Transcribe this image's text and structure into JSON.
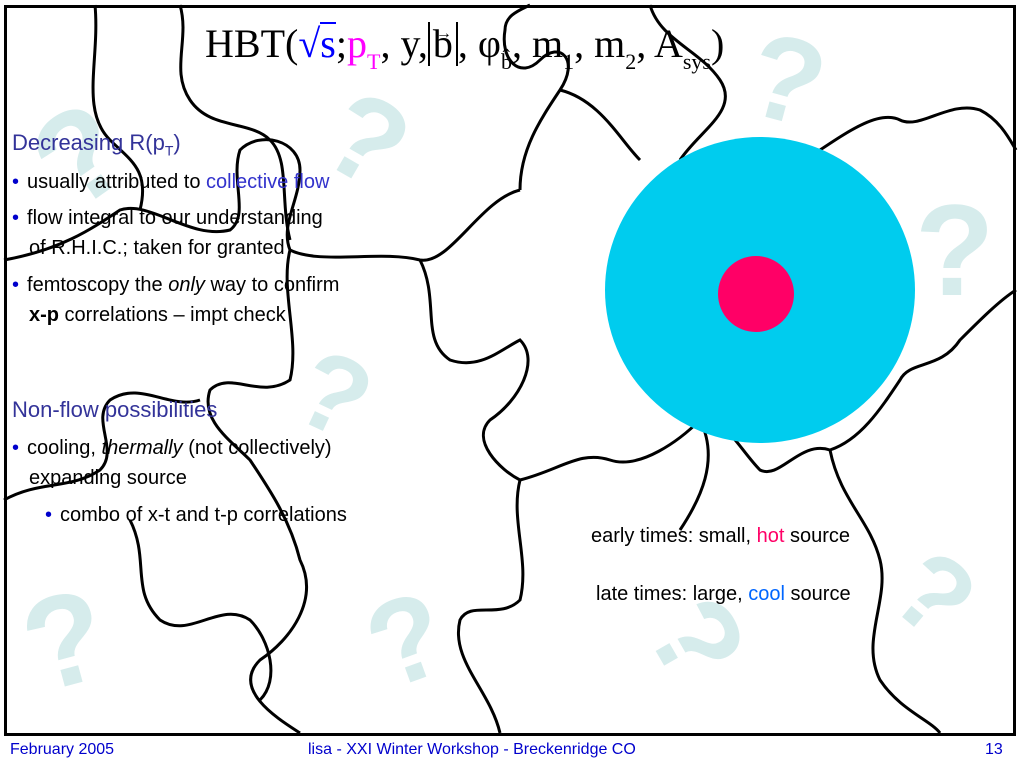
{
  "title": {
    "prefix": "HBT(",
    "sqrt_symbol": "√",
    "s": "s",
    "semi": ";",
    "p": "p",
    "p_sub": "T",
    "y": ", y,",
    "b": "b",
    "b_arrow": "→",
    "phi": ", φ",
    "phi_sub": "b̂",
    "m1": ", m",
    "m1_sub": "1",
    "m2": ", m",
    "m2_sub": "2",
    "A": ", A",
    "A_sub": "sys",
    "suffix": ")"
  },
  "section1": {
    "heading_main": "Decreasing R(p",
    "heading_sub": "T",
    "heading_end": ")",
    "bullets": [
      {
        "pre": "usually attributed to ",
        "hl": "collective flow",
        "post": ""
      },
      {
        "line1": "flow integral to our understanding",
        "line2": "of R.H.I.C.; taken for granted"
      },
      {
        "pre": "femtoscopy the ",
        "em": "only",
        "post": " way to confirm",
        "line2_bold": "x-p",
        "line2_rest": " correlations – impt check"
      }
    ]
  },
  "section2": {
    "heading": "Non-flow possibilities",
    "bullet1": {
      "pre": "cooling, ",
      "em": "thermally",
      "post": " (not collectively)",
      "line2": "expanding source"
    },
    "sub_bullet": "combo of x-t and t-p correlations"
  },
  "captions": {
    "early_pre": "early times: small, ",
    "early_hl": "hot",
    "early_post": " source",
    "late_pre": "late times: large, ",
    "late_hl": "cool",
    "late_post": " source"
  },
  "footer": {
    "date": "February 2005",
    "center": "lisa - XXI Winter Workshop - Breckenridge CO",
    "page": "13"
  },
  "bullet_char": "•",
  "colors": {
    "heading": "#333399",
    "hot": "#ff0066",
    "cool": "#0066ff",
    "outer_source": "#00ccee",
    "inner_source": "#ff0066",
    "question_marks": "#d6ecec"
  }
}
